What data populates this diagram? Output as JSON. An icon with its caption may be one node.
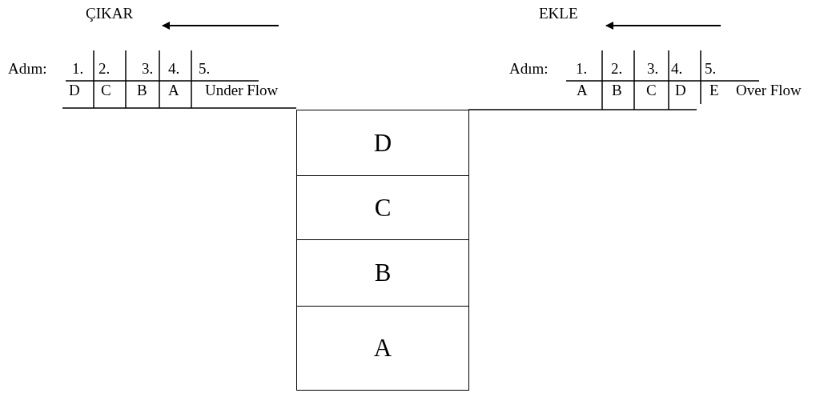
{
  "diagram": {
    "nodes": [
      {
        "text": [
          "D"
        ]
      },
      {
        "text": [
          "C"
        ]
      },
      {
        "text": [
          "B"
        ]
      },
      {
        "text": [
          "A"
        ]
      }
    ],
    "edges": [],
    "labels": [
      "ÇIKAR",
      "EKLE",
      "Adım:",
      "1.",
      "2.",
      "3.",
      "4.",
      "5.",
      "D",
      "C",
      "B",
      "A",
      "Under Flow",
      "Adım:",
      "1.",
      "2.",
      "3.",
      "4.",
      "5.",
      "A",
      "B",
      "C",
      "D",
      "E",
      "Over Flow"
    ]
  }
}
